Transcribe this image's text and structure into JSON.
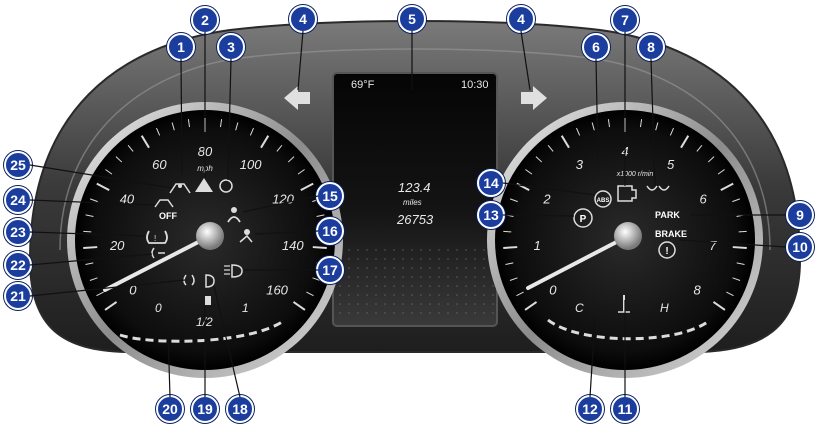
{
  "center_display": {
    "temperature": "69°F",
    "clock": "10:30",
    "trip": "123.4",
    "trip_unit": "miles",
    "odometer": "26753"
  },
  "speedometer": {
    "numbers": [
      "0",
      "20",
      "40",
      "60",
      "80",
      "100",
      "120",
      "140",
      "160"
    ],
    "unit": "mph",
    "fuel_labels": [
      "0",
      "1/2",
      "1"
    ]
  },
  "tachometer": {
    "numbers": [
      "0",
      "1",
      "2",
      "3",
      "4",
      "5",
      "6",
      "7",
      "8"
    ],
    "unit": "x1000 r/min",
    "temp_labels": [
      "C",
      "H"
    ],
    "park_label": "PARK",
    "brake_label": "BRAKE",
    "abs_label": "ABS",
    "off_label": "OFF"
  },
  "callouts": [
    "1",
    "2",
    "3",
    "4",
    "4",
    "5",
    "6",
    "7",
    "8",
    "9",
    "10",
    "11",
    "12",
    "13",
    "14",
    "15",
    "16",
    "17",
    "18",
    "19",
    "20",
    "21",
    "22",
    "23",
    "24",
    "25"
  ],
  "colors": {
    "callout": "#1a3d9e",
    "dial_face": "#0c0c0c",
    "bezel": "#5a5a5a"
  }
}
